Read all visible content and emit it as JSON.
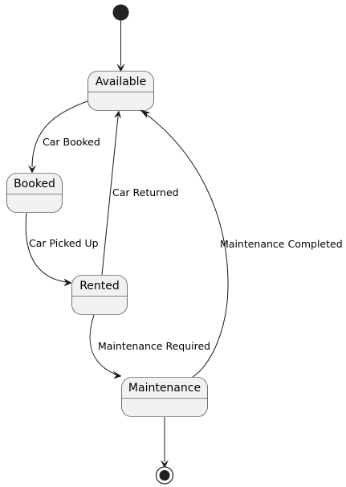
{
  "diagram": {
    "states": {
      "available": "Available",
      "booked": "Booked",
      "rented": "Rented",
      "maintenance": "Maintenance"
    },
    "transitions": {
      "car_booked": "Car Booked",
      "car_picked_up": "Car Picked Up",
      "car_returned": "Car Returned",
      "maintenance_required": "Maintenance Required",
      "maintenance_completed": "Maintenance Completed"
    }
  }
}
